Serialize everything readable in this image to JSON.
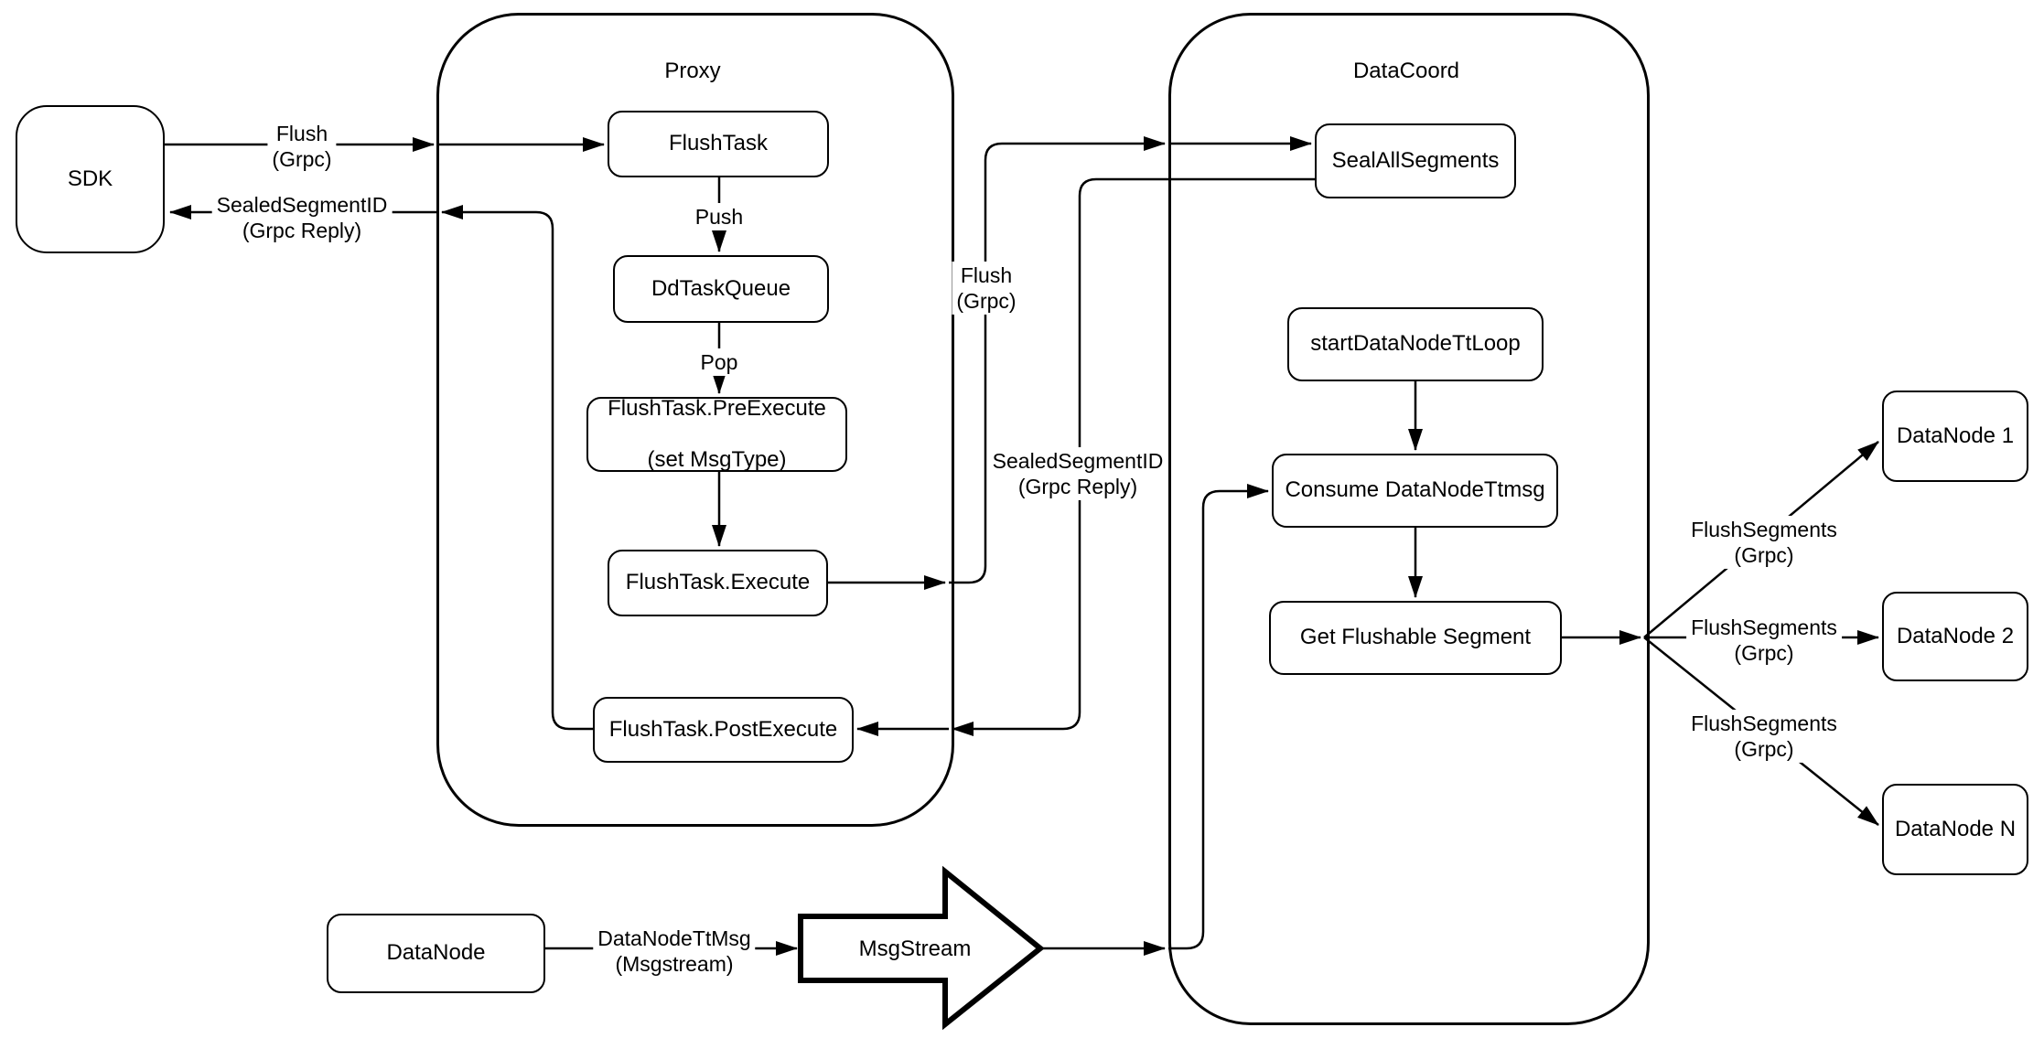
{
  "diagram": {
    "colors": {
      "stroke": "#000000",
      "fill": "#ffffff",
      "background": "#ffffff"
    },
    "containers": {
      "proxy": {
        "label": "Proxy"
      },
      "datacoord": {
        "label": "DataCoord"
      }
    },
    "nodes": {
      "sdk": "SDK",
      "flush_task": "FlushTask",
      "dd_task_queue": "DdTaskQueue",
      "pre_execute_line1": "FlushTask.PreExecute",
      "pre_execute_line2": "(set MsgType)",
      "execute": "FlushTask.Execute",
      "post_execute": "FlushTask.PostExecute",
      "seal_all_segments": "SealAllSegments",
      "start_datanode_tt_loop": "startDataNodeTtLoop",
      "consume_datanode_ttmsg": "Consume DataNodeTtmsg",
      "get_flushable_segment": "Get Flushable Segment",
      "datanode_1": "DataNode 1",
      "datanode_2": "DataNode 2",
      "datanode_n": "DataNode N",
      "datanode_bottom": "DataNode",
      "msgstream": "MsgStream"
    },
    "edge_labels": {
      "flush_grpc_sdk": {
        "line1": "Flush",
        "line2": "(Grpc)"
      },
      "sealed_reply_sdk": {
        "line1": "SealedSegmentID",
        "line2": "(Grpc Reply)"
      },
      "push": "Push",
      "pop": "Pop",
      "flush_grpc_mid": {
        "line1": "Flush",
        "line2": "(Grpc)"
      },
      "sealed_reply_mid": {
        "line1": "SealedSegmentID",
        "line2": "(Grpc Reply)"
      },
      "flush_segments_1": {
        "line1": "FlushSegments",
        "line2": "(Grpc)"
      },
      "flush_segments_2": {
        "line1": "FlushSegments",
        "line2": "(Grpc)"
      },
      "flush_segments_n": {
        "line1": "FlushSegments",
        "line2": "(Grpc)"
      },
      "datanode_ttmsg": {
        "line1": "DataNodeTtMsg",
        "line2": "(Msgstream)"
      }
    }
  }
}
